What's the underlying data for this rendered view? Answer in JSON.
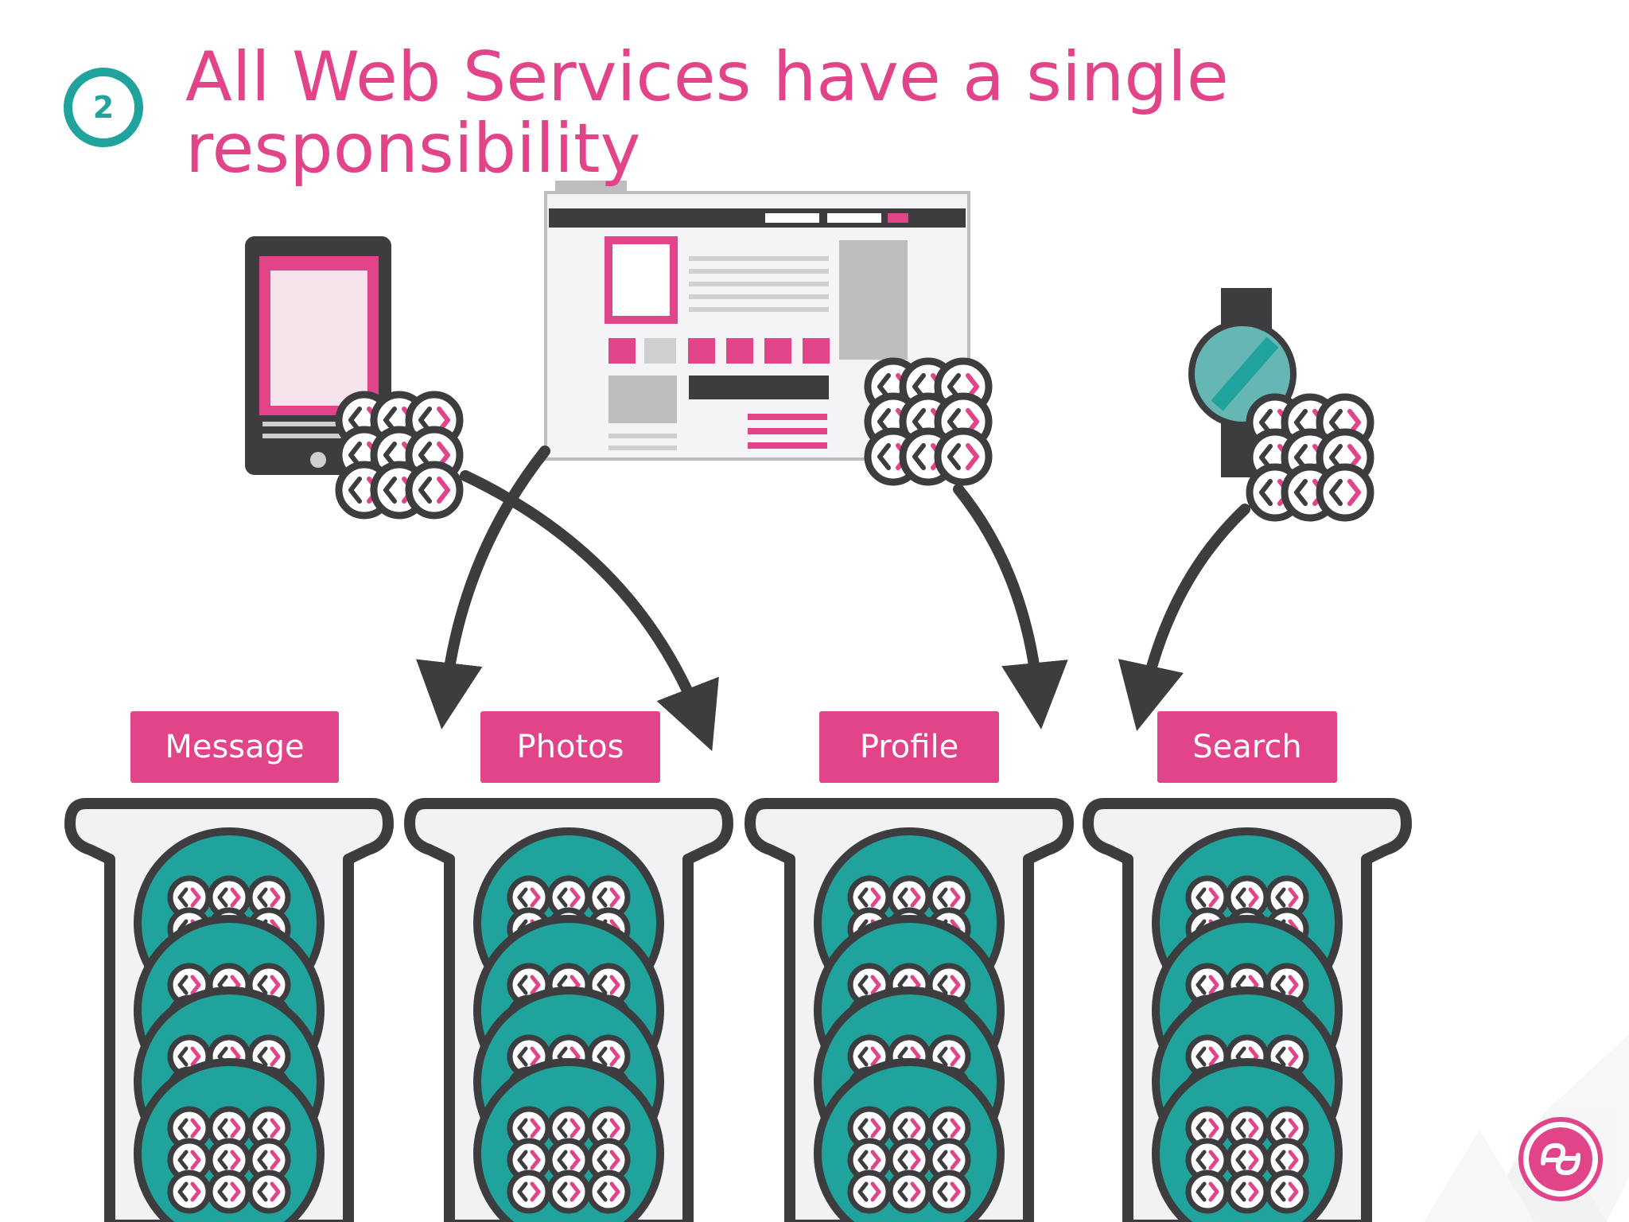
{
  "slide": {
    "step_number": "2",
    "title": "All Web Services have a single responsibility"
  },
  "services": [
    {
      "label": "Message"
    },
    {
      "label": "Photos"
    },
    {
      "label": "Profile"
    },
    {
      "label": "Search"
    }
  ],
  "devices": [
    "phone-icon",
    "browser-window-icon",
    "smartwatch-icon"
  ],
  "colors": {
    "accent_pink": "#e2448a",
    "teal": "#1fa39c",
    "dark_gray": "#3d3d3f",
    "light_gray": "#f2f2f4"
  }
}
